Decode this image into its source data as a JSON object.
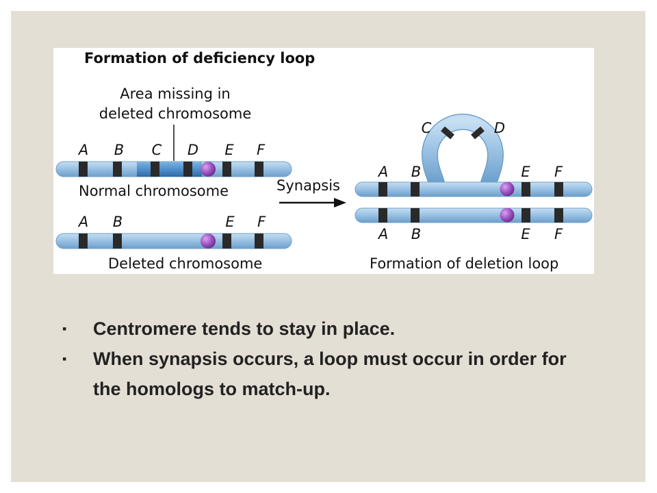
{
  "colors": {
    "slide_background": "#e4dfd5",
    "chromosome": "#9cc3e4",
    "chromosome_deleted_region": "#4f90cc",
    "band": "#2a2a2a",
    "centromere": "#9a4fc0",
    "text": "#222222"
  },
  "figure": {
    "title": "Formation of deficiency loop",
    "area_missing_label_line1": "Area missing in",
    "area_missing_label_line2": "deleted chromosome",
    "normal_chromosome_label": "Normal chromosome",
    "deleted_chromosome_label": "Deleted chromosome",
    "synapsis_label": "Synapsis",
    "deletion_loop_label": "Formation of deletion loop",
    "normal_letters": [
      "A",
      "B",
      "C",
      "D",
      "E",
      "F"
    ],
    "deleted_letters": [
      "A",
      "B",
      "E",
      "F"
    ],
    "loop_letters": [
      "C",
      "D"
    ],
    "paired_top_letters": [
      "A",
      "B",
      "E",
      "F"
    ],
    "paired_bottom_letters": [
      "A",
      "B",
      "E",
      "F"
    ]
  },
  "bullets": {
    "marker": "▪",
    "items": [
      "Centromere tends to stay in place.",
      "When synapsis occurs, a loop must occur in order for the homologs to match-up."
    ]
  }
}
